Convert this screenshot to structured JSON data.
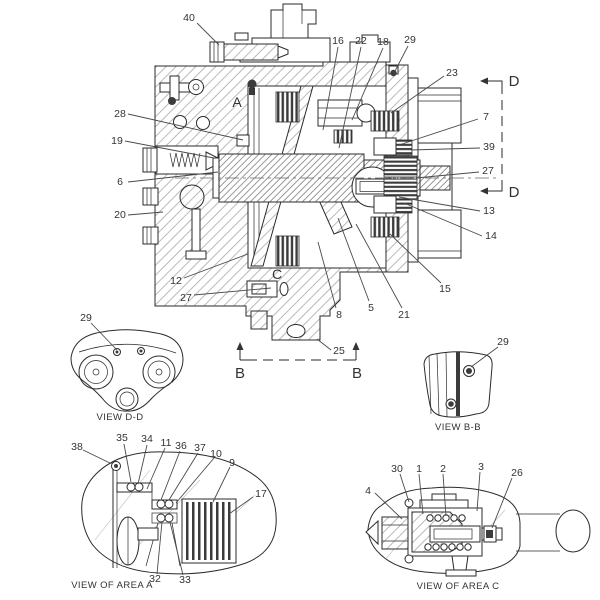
{
  "main_view": {
    "callouts": [
      {
        "n": "40"
      },
      {
        "n": "16"
      },
      {
        "n": "22"
      },
      {
        "n": "18"
      },
      {
        "n": "29"
      },
      {
        "n": "23"
      },
      {
        "n": "7"
      },
      {
        "n": "39"
      },
      {
        "n": "27"
      },
      {
        "n": "13"
      },
      {
        "n": "14"
      },
      {
        "n": "15"
      },
      {
        "n": "21"
      },
      {
        "n": "5"
      },
      {
        "n": "8"
      },
      {
        "n": "25"
      },
      {
        "n": "12"
      },
      {
        "n": "27"
      },
      {
        "n": "28"
      },
      {
        "n": "19"
      },
      {
        "n": "6"
      },
      {
        "n": "20"
      }
    ],
    "letters": {
      "a": "A",
      "b": "B",
      "c": "C",
      "d": "D"
    }
  },
  "view_dd": {
    "label": "VIEW D-D",
    "callouts": [
      {
        "n": "29"
      }
    ]
  },
  "view_bb": {
    "label": "VIEW B-B",
    "callouts": [
      {
        "n": "29"
      }
    ]
  },
  "area_a": {
    "label": "VIEW OF AREA A",
    "callouts": [
      {
        "n": "38"
      },
      {
        "n": "35"
      },
      {
        "n": "34"
      },
      {
        "n": "11"
      },
      {
        "n": "36"
      },
      {
        "n": "37"
      },
      {
        "n": "10"
      },
      {
        "n": "9"
      },
      {
        "n": "17"
      },
      {
        "n": "32"
      },
      {
        "n": "33"
      }
    ]
  },
  "area_c": {
    "label": "VIEW OF AREA C",
    "callouts": [
      {
        "n": "4"
      },
      {
        "n": "30"
      },
      {
        "n": "1"
      },
      {
        "n": "2"
      },
      {
        "n": "3"
      },
      {
        "n": "26"
      }
    ]
  },
  "colors": {
    "line": "#2b2b2b",
    "hatch": "#a8a8a8",
    "text": "#333333",
    "dark_fill": "#3b3b3b",
    "background": "#ffffff"
  }
}
